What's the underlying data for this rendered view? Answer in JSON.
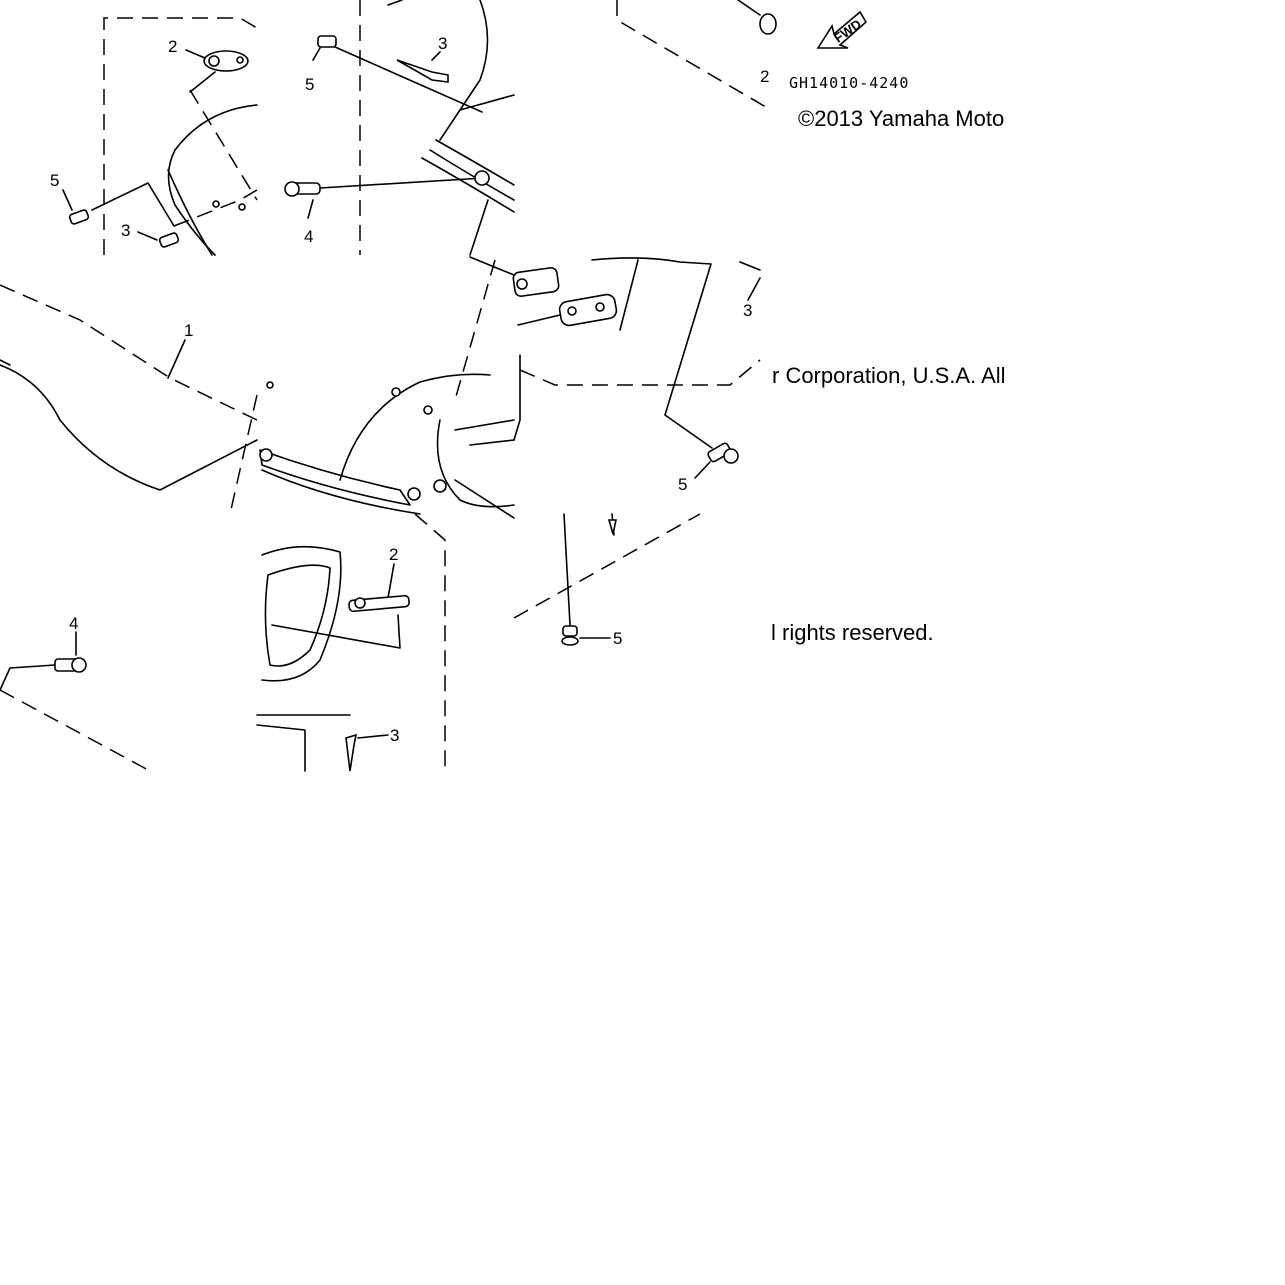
{
  "callouts": {
    "c1": "1",
    "c2a": "2",
    "c2b": "2",
    "c2c": "2",
    "c3a": "3",
    "c3b": "3",
    "c3c": "3",
    "c3d": "3",
    "c4a": "4",
    "c4b": "4",
    "c5a": "5",
    "c5b": "5",
    "c5c": "5",
    "c5d": "5"
  },
  "fwd_label": "FWD",
  "diagram_code": "GH14010-4240",
  "copyright": {
    "line1": "©2013 Yamaha Moto",
    "line2": "r Corporation, U.S.A. All",
    "line3": "l rights reserved."
  }
}
